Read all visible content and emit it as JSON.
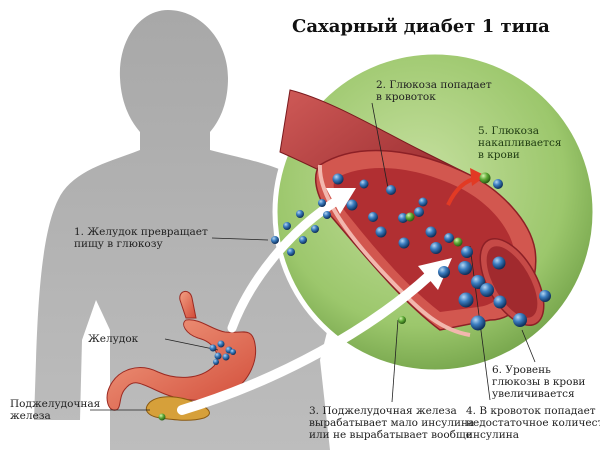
{
  "title": "Сахарный диабет 1 типа",
  "labels": {
    "step1": [
      "1. Желудок превращает",
      "пищу в глюкозу"
    ],
    "step2": [
      "2. Глюкоза попадает",
      "в кровоток"
    ],
    "step3": [
      "3. Поджелудочная железа",
      "вырабатывает мало инсулина",
      "или не вырабатывает вообще"
    ],
    "step4": [
      "4. В кровоток попадает",
      "недостаточное количество",
      "инсулина"
    ],
    "step5": [
      "5. Глюкоза",
      "накапливается",
      "в крови"
    ],
    "step6": [
      "6. Уровень",
      "глюкозы в крови",
      "увеличивается"
    ],
    "stomach": "Желудок",
    "pancreas": [
      "Поджелудочная",
      "железа"
    ]
  },
  "colors": {
    "body_silhouette": "#9a9a9a",
    "circle_bg": "#8fc063",
    "vessel": "#b8383b",
    "vessel_inner": "#e98a86",
    "stomach": "#e46a55",
    "pancreas": "#d9a02f",
    "glucose": "#2f6fae",
    "insulin": "#5ea839",
    "arrow_red": "#e23a24"
  }
}
